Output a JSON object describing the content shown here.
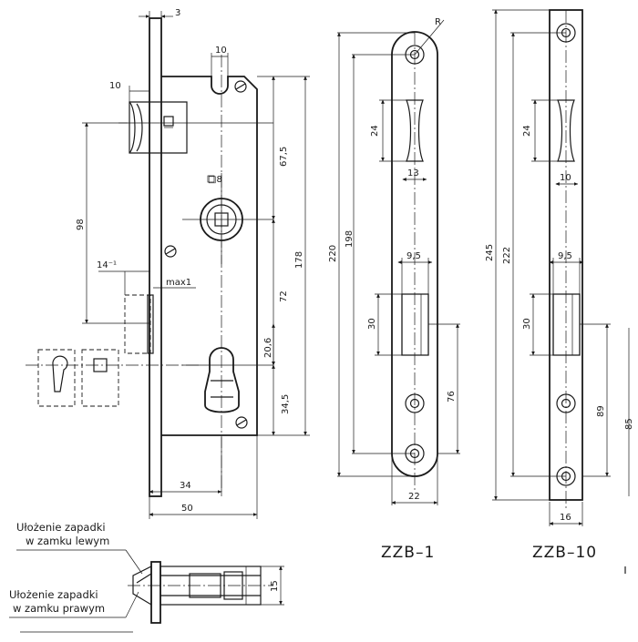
{
  "lock": {
    "dims": {
      "faceplate_thickness": "3",
      "top_slot": "10",
      "latch_projection": "10",
      "handle_to_cylinder": "98",
      "handle_to_top": "67,5",
      "spindle_square": "□8",
      "total_height": "178",
      "spindle_to_cylinder": "72",
      "bolt_throw": "14⁻¹",
      "max_note": "max1",
      "cylinder_upper": "20,6",
      "cylinder_lower": "34,5",
      "backset": "34",
      "case_depth": "50"
    }
  },
  "zzb1": {
    "label": "ZZB–1",
    "dims": {
      "radius": "R",
      "roller_height": "24",
      "roller_width": "13",
      "overall_length": "220",
      "hole_spacing": "198",
      "bolt_slot_width": "9,5",
      "bolt_slot_height": "30",
      "lower_spacing": "76",
      "plate_width": "22"
    }
  },
  "zzb10": {
    "label": "ZZB–10",
    "dims": {
      "roller_height": "24",
      "roller_width": "10",
      "overall_length": "245",
      "hole_spacing": "222",
      "bolt_slot_width": "9,5",
      "bolt_slot_height": "30",
      "lower_spacing": "89",
      "plate_width": "16",
      "edge_partial": "85"
    }
  },
  "latch_notes": {
    "left_line1": "Ułożenie zapadki",
    "left_line2": "w zamku lewym",
    "right_line1": "Ułożenie zapadki",
    "right_line2": "w zamku prawym",
    "height": "15"
  }
}
